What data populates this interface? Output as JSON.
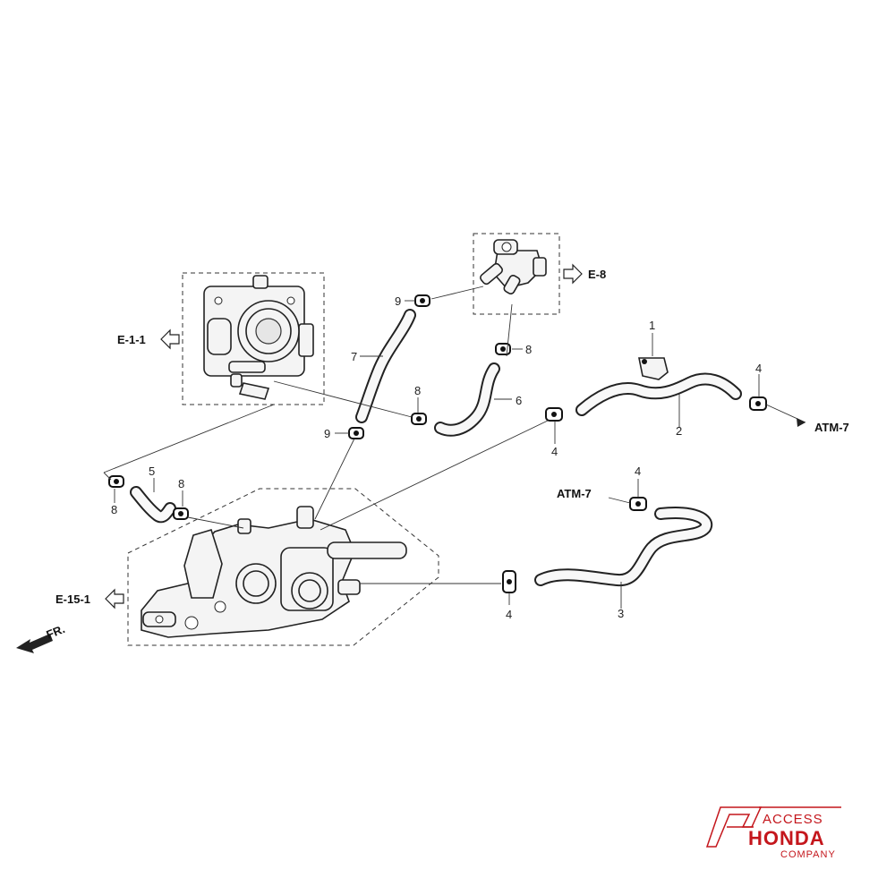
{
  "callouts": {
    "c1": "1",
    "c2": "2",
    "c3": "3",
    "c4a": "4",
    "c4b": "4",
    "c4c": "4",
    "c4d": "4",
    "c5": "5",
    "c6": "6",
    "c7": "7",
    "c8a": "8",
    "c8b": "8",
    "c8c": "8",
    "c8d": "8",
    "c9a": "9",
    "c9b": "9"
  },
  "references": {
    "e11": "E-1-1",
    "e8": "E-8",
    "e151": "E-15-1",
    "atm7_right": "ATM-7",
    "atm7_left": "ATM-7",
    "front": "FR."
  },
  "logo": {
    "line1": "ACCESS",
    "line2": "HONDA",
    "line3": "COMPANY",
    "color": "#c4161c"
  },
  "icons": [
    "arrow-left-icon",
    "arrow-right-icon",
    "front-arrow-icon",
    "hose-clamp-icon"
  ]
}
